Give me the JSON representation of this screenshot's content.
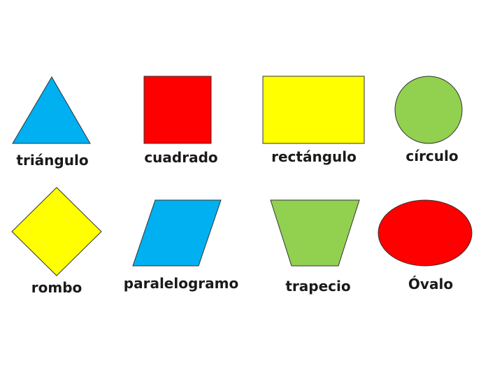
{
  "shapes": [
    {
      "kind": "triangle",
      "label": "triángulo",
      "color": "#00B0F0"
    },
    {
      "kind": "square",
      "label": "cuadrado",
      "color": "#FF0000"
    },
    {
      "kind": "rectangle",
      "label": "rectángulo",
      "color": "#FFFF00"
    },
    {
      "kind": "circle",
      "label": "círculo",
      "color": "#92D050"
    },
    {
      "kind": "rhombus",
      "label": "rombo",
      "color": "#FFFF00"
    },
    {
      "kind": "parallelogram",
      "label": "paralelogramo",
      "color": "#00B0F0"
    },
    {
      "kind": "trapezoid",
      "label": "trapecio",
      "color": "#92D050"
    },
    {
      "kind": "oval",
      "label": "Óvalo",
      "color": "#FF0000"
    }
  ]
}
